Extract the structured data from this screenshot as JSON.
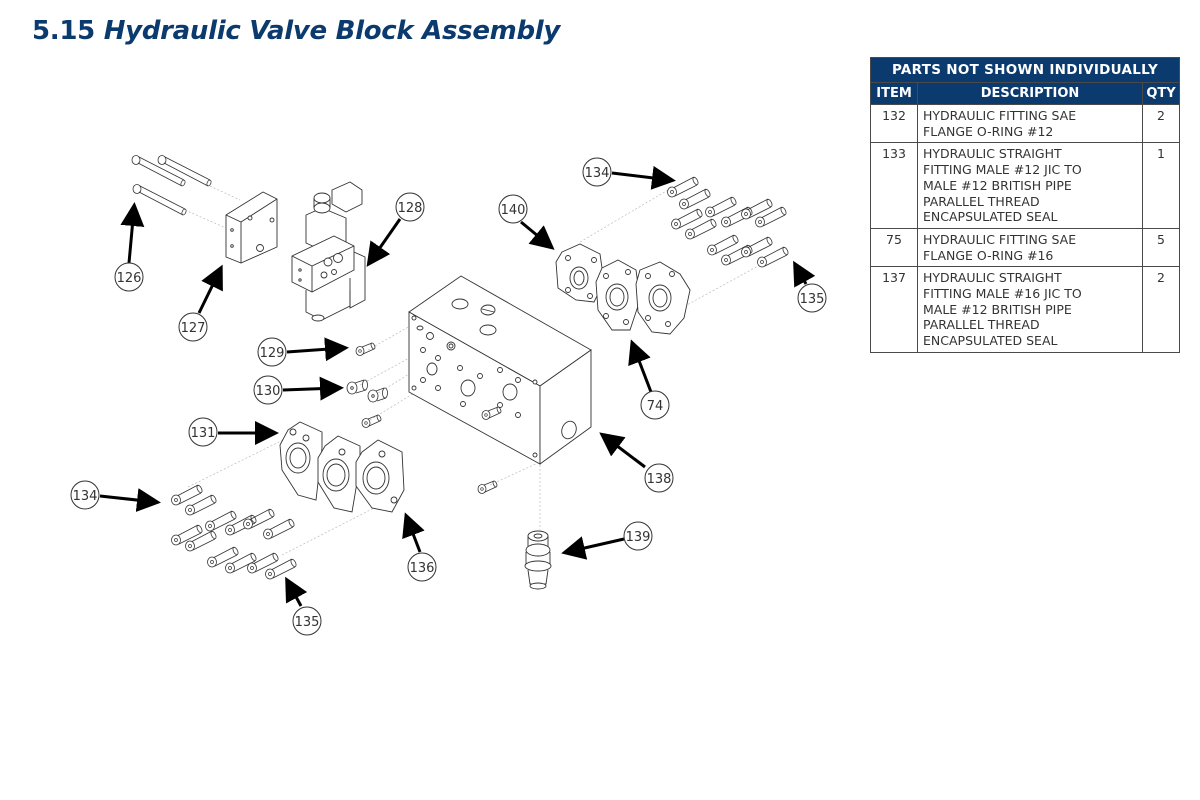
{
  "page": {
    "section_number": "5.15",
    "section_title": "Hydraulic Valve Block Assembly",
    "accent_color": "#0b3a6e"
  },
  "parts_table": {
    "caption": "PARTS NOT SHOWN INDIVIDUALLY",
    "headers": {
      "item": "ITEM",
      "description": "DESCRIPTION",
      "qty": "QTY"
    },
    "rows": [
      {
        "item": "132",
        "description": "HYDRAULIC FITTING SAE\nFLANGE O-RING #12",
        "qty": "2"
      },
      {
        "item": "133",
        "description": "HYDRAULIC STRAIGHT\nFITTING MALE #12 JIC TO\nMALE #12 BRITISH PIPE\nPARALLEL THREAD\nENCAPSULATED SEAL",
        "qty": "1"
      },
      {
        "item": "75",
        "description": "HYDRAULIC FITTING SAE\nFLANGE O-RING #16",
        "qty": "5"
      },
      {
        "item": "137",
        "description": "HYDRAULIC STRAIGHT\nFITTING MALE #16 JIC TO\nMALE #12 BRITISH PIPE\nPARALLEL THREAD\nENCAPSULATED SEAL",
        "qty": "2"
      }
    ]
  },
  "diagram": {
    "callouts": [
      {
        "id": "c126",
        "label": "126"
      },
      {
        "id": "c127",
        "label": "127"
      },
      {
        "id": "c128",
        "label": "128"
      },
      {
        "id": "c129",
        "label": "129"
      },
      {
        "id": "c130",
        "label": "130"
      },
      {
        "id": "c131",
        "label": "131"
      },
      {
        "id": "c134a",
        "label": "134"
      },
      {
        "id": "c134b",
        "label": "134"
      },
      {
        "id": "c135a",
        "label": "135"
      },
      {
        "id": "c135b",
        "label": "135"
      },
      {
        "id": "c136",
        "label": "136"
      },
      {
        "id": "c138",
        "label": "138"
      },
      {
        "id": "c139",
        "label": "139"
      },
      {
        "id": "c140",
        "label": "140"
      },
      {
        "id": "c74",
        "label": "74"
      }
    ]
  }
}
